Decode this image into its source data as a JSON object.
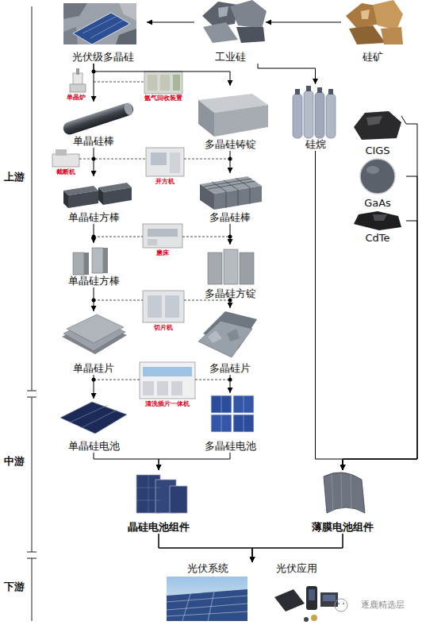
{
  "diagram": {
    "nodes": [
      {
        "text": [
          "光伏级多晶硅"
        ]
      },
      {
        "text": [
          "工业硅"
        ]
      },
      {
        "text": [
          "硅矿"
        ]
      },
      {
        "text": [
          "单晶硅棒"
        ]
      },
      {
        "text": [
          "多晶硅铸锭"
        ]
      },
      {
        "text": [
          "硅烷"
        ]
      },
      {
        "text": [
          "CIGS"
        ]
      },
      {
        "text": [
          "GaAs"
        ]
      },
      {
        "text": [
          "CdTe"
        ]
      },
      {
        "text": [
          "单晶硅方棒"
        ]
      },
      {
        "text": [
          "多晶硅棒"
        ]
      },
      {
        "text": [
          "单晶硅方棒"
        ]
      },
      {
        "text": [
          "多晶硅方锭"
        ]
      },
      {
        "text": [
          "单晶硅片"
        ]
      },
      {
        "text": [
          "多晶硅片"
        ]
      },
      {
        "text": [
          "单晶硅电池"
        ]
      },
      {
        "text": [
          "多晶硅电池"
        ]
      },
      {
        "text": [
          "晶硅电池组件"
        ]
      },
      {
        "text": [
          "薄膜电池组件"
        ]
      },
      {
        "text": [
          "光伏系统"
        ]
      },
      {
        "text": [
          "光伏应用"
        ]
      }
    ],
    "edges": [
      {
        "from": 2,
        "to": 1,
        "arrow": "to"
      },
      {
        "from": 1,
        "to": 0,
        "arrow": "to"
      },
      {
        "from": 0,
        "to": 3,
        "arrow": "to"
      },
      {
        "from": 0,
        "to": 4,
        "arrow": "to"
      },
      {
        "from": 1,
        "to": 5,
        "arrow": "to"
      },
      {
        "from": 3,
        "to": 9,
        "arrow": "to"
      },
      {
        "from": 4,
        "to": 10,
        "arrow": "to"
      },
      {
        "from": 9,
        "to": 11,
        "arrow": "to"
      },
      {
        "from": 10,
        "to": 12,
        "arrow": "to"
      },
      {
        "from": 11,
        "to": 13,
        "arrow": "to"
      },
      {
        "from": 12,
        "to": 14,
        "arrow": "to"
      },
      {
        "from": 13,
        "to": 15,
        "arrow": "to"
      },
      {
        "from": 14,
        "to": 16,
        "arrow": "to"
      },
      {
        "from": 15,
        "to": 17,
        "arrow": "to"
      },
      {
        "from": 16,
        "to": 17,
        "arrow": "to"
      },
      {
        "from": 5,
        "to": 18,
        "arrow": "to"
      },
      {
        "from": 6,
        "to": 18,
        "arrow": "to"
      },
      {
        "from": 7,
        "to": 18,
        "arrow": "to"
      },
      {
        "from": 8,
        "to": 18,
        "arrow": "to"
      },
      {
        "from": 17,
        "to": 19,
        "arrow": "to"
      },
      {
        "from": 17,
        "to": 20,
        "arrow": "to"
      },
      {
        "from": 18,
        "to": 19,
        "arrow": "to"
      },
      {
        "from": 18,
        "to": 20,
        "arrow": "to"
      }
    ],
    "labels": [
      "上游",
      "中游",
      "下游",
      "单晶炉",
      "氩气回收装置",
      "截断机",
      "开方机",
      "磨床",
      "切片机",
      "清洗插片一体机",
      "逐鹿精选层"
    ]
  }
}
